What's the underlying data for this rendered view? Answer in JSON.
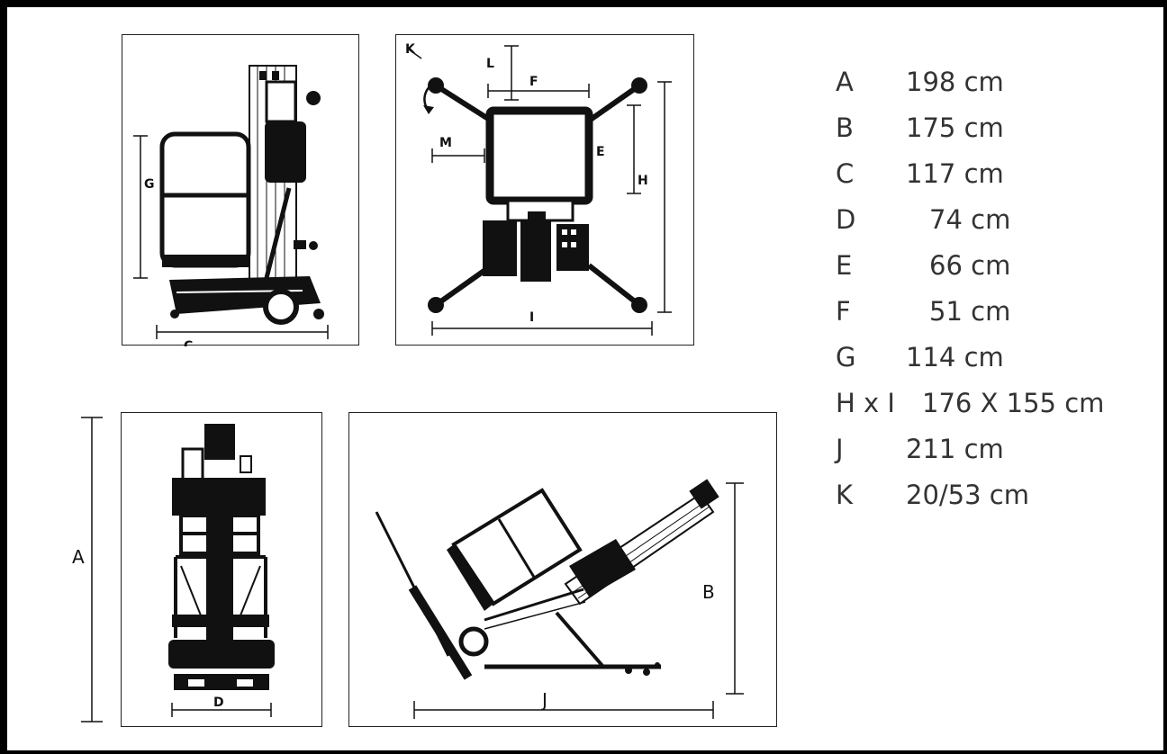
{
  "diagram_labels": {
    "side_view": {
      "G": "G",
      "C": "C"
    },
    "top_view": {
      "K": "K",
      "L": "L",
      "F": "F",
      "M": "M",
      "E": "E",
      "H": "H",
      "I": "I"
    },
    "front_view": {
      "A": "A",
      "D": "D"
    },
    "tilted_view": {
      "B": "B",
      "J": "J"
    }
  },
  "dimensions": [
    {
      "key": "A",
      "value": "198 cm"
    },
    {
      "key": "B",
      "value": "175 cm"
    },
    {
      "key": "C",
      "value": "117 cm"
    },
    {
      "key": "D",
      "value": "74 cm"
    },
    {
      "key": "E",
      "value": "66 cm"
    },
    {
      "key": "F",
      "value": "51 cm"
    },
    {
      "key": "G",
      "value": "114 cm"
    },
    {
      "key": "H x I",
      "value": "176 X 155 cm"
    },
    {
      "key": "J",
      "value": "211 cm"
    },
    {
      "key": "K",
      "value": "20/53 cm"
    }
  ],
  "colors": {
    "ink": "#111111",
    "frame": "#000000",
    "paper": "#ffffff"
  }
}
